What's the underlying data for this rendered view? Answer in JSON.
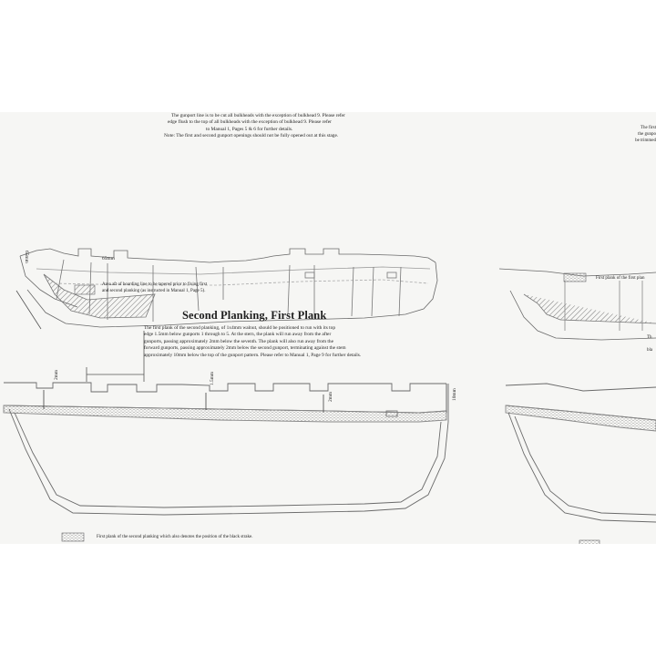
{
  "top_section": {
    "note_lines": [
      "The gunport line is to be cut all bulkheads with the exception of bulkhead 9. Please refer",
      "edge flush to the top of all bulkheads with the exception of bulkhead 9. Please refer",
      "to Manual 1, Pages 5 & 6 for further details.",
      "Note: The first and second gunport openings should not be fully opened out at this stage."
    ],
    "dim_vertical": "65mm",
    "dim_horizontal": "65mm",
    "legend_text_1": "Area aft of boarding line to be tapered prior to fixing first",
    "legend_text_2": "and second planking (as instructed in Manual 1, Page 5)."
  },
  "right_top": {
    "frag_1": "The first",
    "frag_2": "the gunpo",
    "frag_3": "be trimmed",
    "legend_text": "First plank of the first plan"
  },
  "main_section": {
    "heading": "Second Planking, First Plank",
    "paragraph_lines": [
      "The first plank of the second planking, of 1x4mm walnut, should be positioned to run with its top",
      "edge 1.5mm below gunports 1 through to 5. At the stern, the plank will run away from the after",
      "gunports, passing approximately 2mm below the seventh. The plank will also run away from the",
      "forward gunports, passing approximately 2mm below the second gunport, terminating against the stem",
      "approximately 10mm below the top of the gunport pattern. Please refer to Manual 1, Page 9 for further details."
    ],
    "dim_2mm_left": "2mm",
    "dim_15mm": "1.5mm",
    "dim_2mm_mid": "2mm",
    "dim_10mm": "10mm",
    "legend_text": "First plank of the second planking which also denotes the position of the black strake."
  },
  "right_main": {
    "frag_1": "Th",
    "frag_2": "bla"
  }
}
